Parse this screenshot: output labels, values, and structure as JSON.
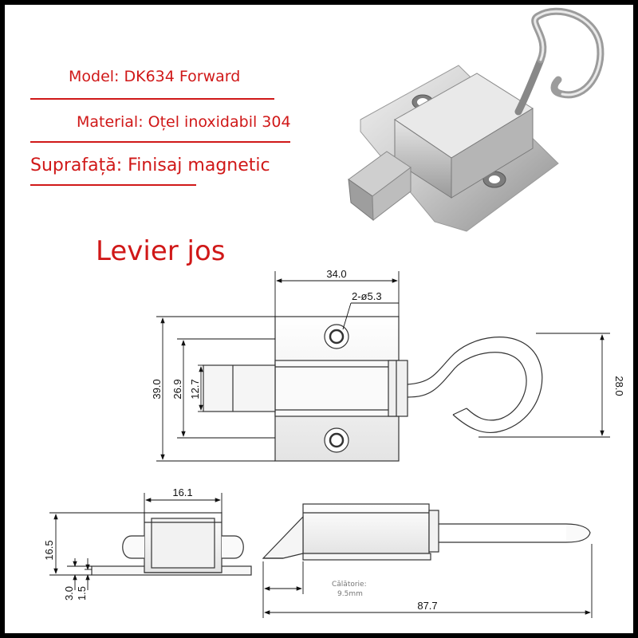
{
  "specs": {
    "model": "Model: DK634 Forward",
    "material": "Material: Oțel inoxidabil 304",
    "surface": "Suprafață: Finisaj magnetic",
    "lever": "Levier jos"
  },
  "dimensions": {
    "top_width": "34.0",
    "hole_spec": "2-ø5.3",
    "overall_height": "39.0",
    "inner_height": "26.9",
    "bolt_height": "12.7",
    "hook_height": "28.0",
    "side_width": "16.1",
    "side_height": "16.5",
    "base_thickness": "3.0",
    "plate_thickness": "1.5",
    "overall_length": "87.7"
  },
  "travel": {
    "label": "Cǎlătorie:",
    "value": "9.5mm"
  },
  "colors": {
    "accent_red": "#d01818",
    "line": "#333333"
  }
}
